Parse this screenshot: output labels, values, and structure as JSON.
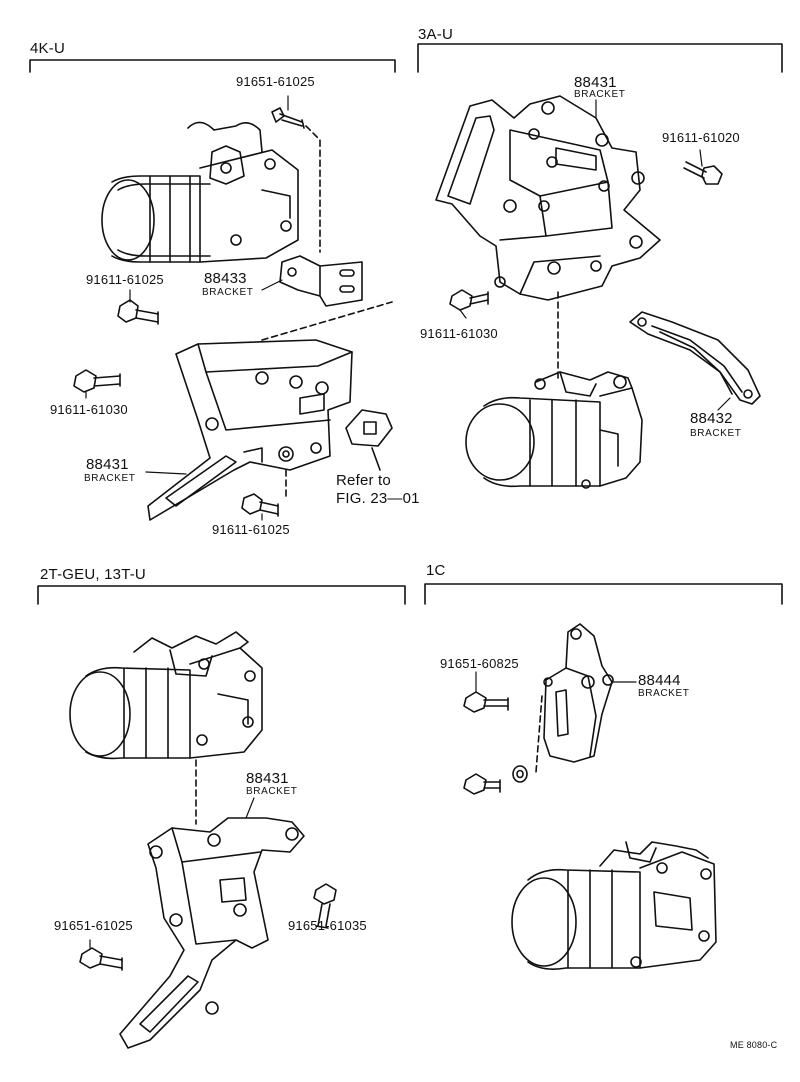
{
  "sections": {
    "four_k": {
      "title": "4K-U"
    },
    "three_a": {
      "title": "3A-U"
    },
    "two_t": {
      "title": "2T-GEU, 13T-U"
    },
    "one_c": {
      "title": "1C"
    }
  },
  "parts": {
    "p_91651_61025_top": "91651-61025",
    "p_91611_61025_left": "91611-61025",
    "p_88433": "88433",
    "bracket_88433": "BRACKET",
    "p_91611_61030_left": "91611-61030",
    "p_88431_4k": "88431",
    "bracket_88431_4k": "BRACKET",
    "p_91611_61025_bottom": "91611-61025",
    "refer_to": "Refer to",
    "fig_ref": "FIG. 23—01",
    "p_88431_3a": "88431",
    "bracket_88431_3a": "BRACKET",
    "p_91611_61020": "91611-61020",
    "p_91611_61030_3a": "91611-61030",
    "p_88432": "88432",
    "bracket_88432": "BRACKET",
    "p_88431_2t": "88431",
    "bracket_88431_2t": "BRACKET",
    "p_91651_61025_2t": "91651-61025",
    "p_91651_61035": "91651-61035",
    "p_91651_60825": "91651-60825",
    "p_88444": "88444",
    "bracket_88444": "BRACKET"
  },
  "footer": {
    "ref_code": "ME 8080-C"
  }
}
